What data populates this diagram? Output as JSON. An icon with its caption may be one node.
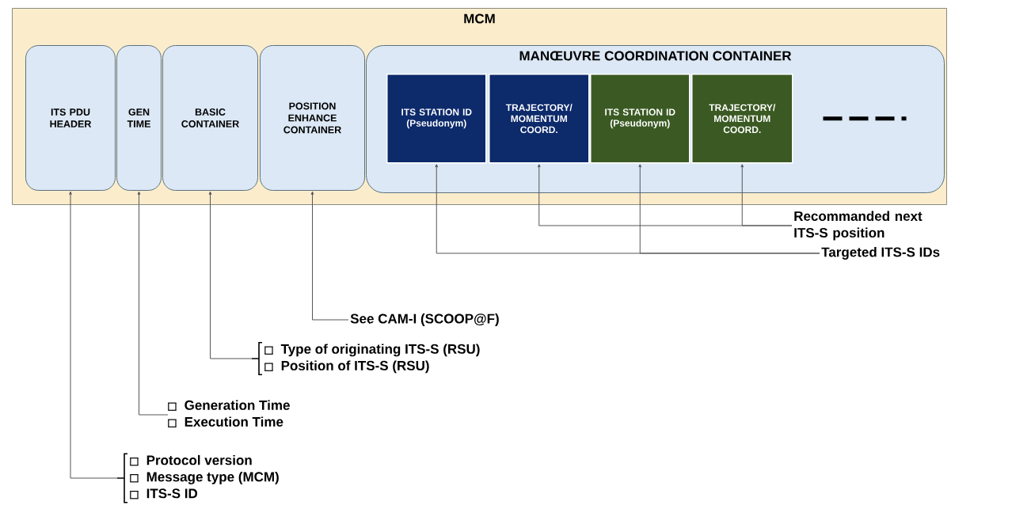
{
  "diagram": {
    "nodes": [
      {
        "text": [
          "MCM"
        ]
      },
      {
        "text": [
          "ITS PDU HEADER"
        ],
        "in": 0
      },
      {
        "text": [
          "GEN TIME"
        ],
        "in": 0
      },
      {
        "text": [
          "BASIC CONTAINER"
        ],
        "in": 0
      },
      {
        "text": [
          "POSITION ENHANCE CONTAINER"
        ],
        "in": 0
      },
      {
        "text": [
          "MANŒUVRE COORDINATION CONTAINER"
        ],
        "in": 0
      },
      {
        "text": [
          "ITS STATION ID (Pseudonym)"
        ],
        "in": 5
      },
      {
        "text": [
          "TRAJECTORY/ MOMENTUM COORD."
        ],
        "in": 5
      },
      {
        "text": [
          "ITS STATION ID (Pseudonym)"
        ],
        "in": 5
      },
      {
        "text": [
          "TRAJECTORY/ MOMENTUM COORD."
        ],
        "in": 5
      },
      {
        "text": [
          "Recommanded next ITS-S position"
        ]
      },
      {
        "text": [
          "Targeted ITS-S IDs"
        ]
      },
      {
        "text": [
          "See CAM-I (SCOOP@F)"
        ]
      },
      {
        "text": [
          "Type of originating ITS-S (RSU)",
          "Position of ITS-S (RSU)"
        ]
      },
      {
        "text": [
          "Generation Time",
          "Execution Time"
        ]
      },
      {
        "text": [
          "Protocol version",
          "Message type (MCM)",
          "ITS-S ID"
        ]
      }
    ],
    "edges": [
      {
        "from": 10,
        "to": 7,
        "arrow": "to"
      },
      {
        "from": 10,
        "to": 9,
        "arrow": "to"
      },
      {
        "from": 11,
        "to": 6,
        "arrow": "to"
      },
      {
        "from": 11,
        "to": 8,
        "arrow": "to"
      },
      {
        "from": 12,
        "to": 4,
        "arrow": "to"
      },
      {
        "from": 13,
        "to": 3,
        "arrow": "to"
      },
      {
        "from": 14,
        "to": 2,
        "arrow": "to"
      },
      {
        "from": 15,
        "to": 1,
        "arrow": "to"
      }
    ]
  }
}
